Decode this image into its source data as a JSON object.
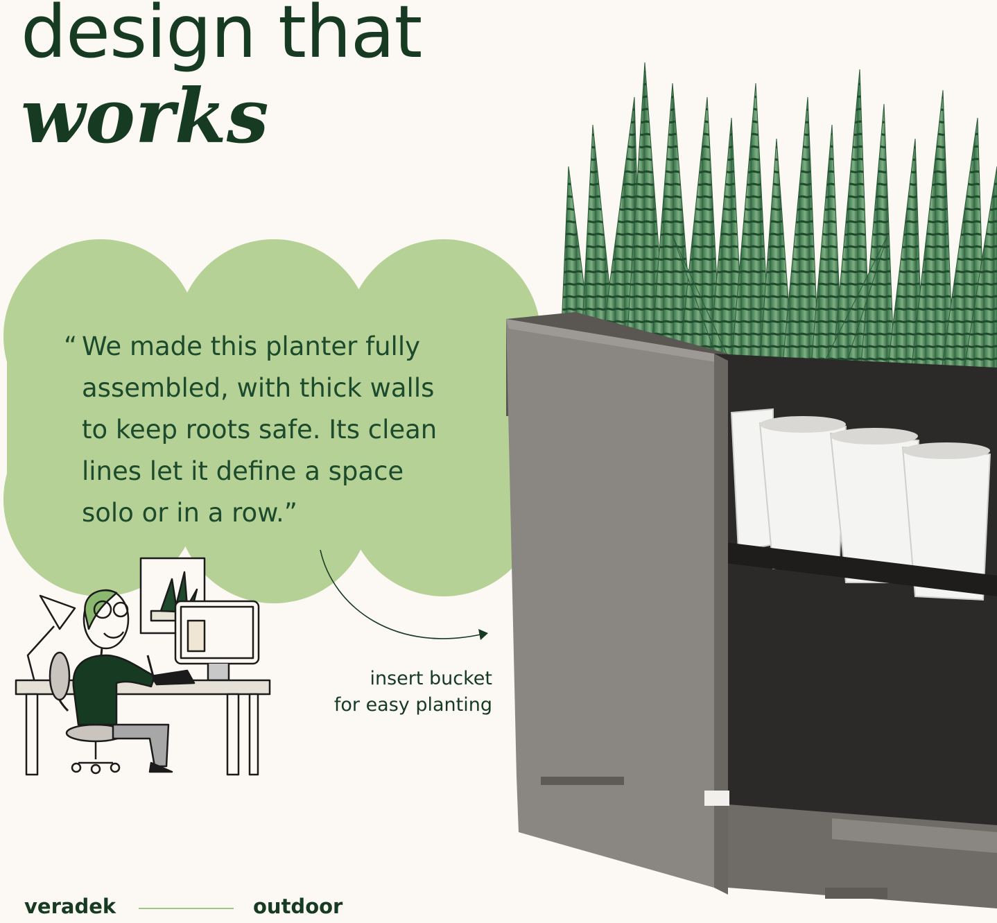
{
  "headline": {
    "line1": "design that",
    "line2": "works"
  },
  "quote": {
    "open_mark": "“",
    "lines": [
      "We made this planter fully",
      "assembled, with thick walls",
      "to keep roots safe. Its clean",
      "lines let it define a space",
      "solo or in a row.”"
    ]
  },
  "caption": {
    "line1": "insert bucket",
    "line2": "for easy planting"
  },
  "footer": {
    "brand": "veradek",
    "category": "outdoor"
  },
  "colors": {
    "background": "#fcf8f3",
    "text_dark_green": "#163a22",
    "cloud_green": "#b5d195",
    "planter_gray": "#8a8681",
    "rule_green": "#9fc687"
  },
  "icons": {
    "illustration": "person-at-desk-drawing-illustration",
    "arrow": "curved-arrow-icon"
  }
}
